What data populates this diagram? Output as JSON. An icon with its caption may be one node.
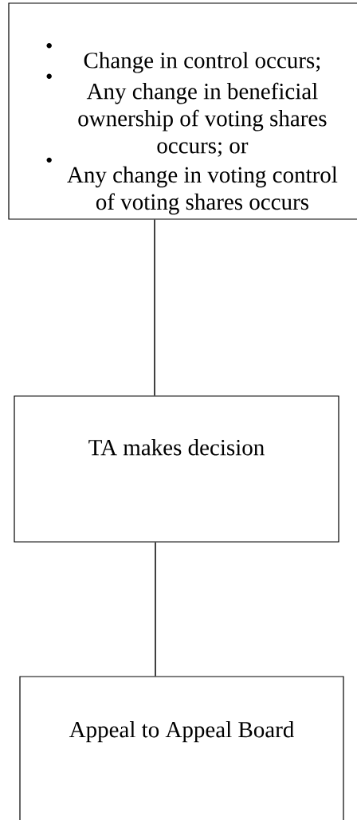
{
  "diagram": {
    "nodes": [
      {
        "text": [
          "Change in control occurs;",
          "Any change in beneficial ownership of voting shares occurs; or",
          "Any change in voting control of voting shares occurs"
        ]
      },
      {
        "text": [
          "TA makes decision"
        ]
      },
      {
        "text": [
          "Appeal to Appeal Board"
        ]
      }
    ],
    "edges": [
      {
        "from": 0,
        "to": 1,
        "arrow": "none"
      },
      {
        "from": 1,
        "to": 2,
        "arrow": "none"
      }
    ]
  }
}
